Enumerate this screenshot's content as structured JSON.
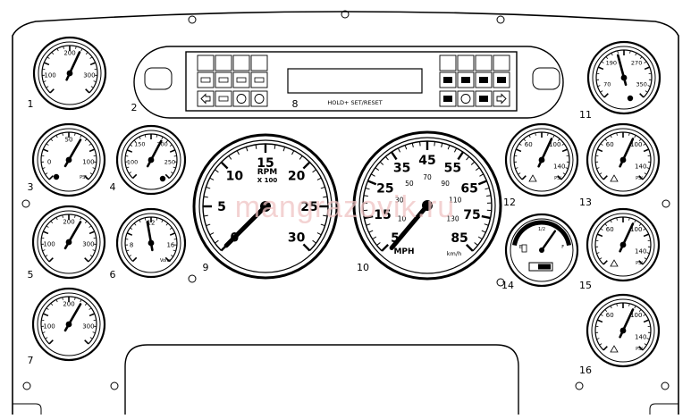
{
  "diagram": {
    "watermark": "mangrazovik.ru",
    "callouts": [
      {
        "id": "1",
        "text": "1"
      },
      {
        "id": "2",
        "text": "2"
      },
      {
        "id": "3",
        "text": "3"
      },
      {
        "id": "4",
        "text": "4"
      },
      {
        "id": "5",
        "text": "5"
      },
      {
        "id": "6",
        "text": "6"
      },
      {
        "id": "7",
        "text": "7"
      },
      {
        "id": "8",
        "text": "8"
      },
      {
        "id": "9",
        "text": "9"
      },
      {
        "id": "10",
        "text": "10"
      },
      {
        "id": "11",
        "text": "11"
      },
      {
        "id": "12",
        "text": "12"
      },
      {
        "id": "13",
        "text": "13"
      },
      {
        "id": "14",
        "text": "14"
      },
      {
        "id": "15",
        "text": "15"
      },
      {
        "id": "16",
        "text": "16"
      }
    ],
    "warning_panel": {
      "button_label": "HOLD+ SET/RESET"
    },
    "tachometer": {
      "ticks": [
        "0",
        "5",
        "10",
        "15",
        "20",
        "25",
        "30"
      ],
      "unit": "RPM",
      "multiplier": "X 100"
    },
    "speedometer": {
      "mph_ticks": [
        "5",
        "15",
        "25",
        "35",
        "45",
        "55",
        "65",
        "75",
        "85"
      ],
      "kmh_ticks": [
        "10",
        "30",
        "50",
        "70",
        "90",
        "110",
        "130"
      ],
      "unit_mph": "MPH",
      "unit_kmh": "km/h"
    },
    "gauges": {
      "g1": {
        "ticks": [
          "100",
          "200",
          "300"
        ]
      },
      "g3": {
        "ticks": [
          "0",
          "50",
          "100"
        ],
        "unit": "PSI"
      },
      "g4": {
        "ticks": [
          "100",
          "150",
          "200",
          "250"
        ]
      },
      "g5": {
        "ticks": [
          "100",
          "200",
          "300"
        ]
      },
      "g6": {
        "ticks": [
          "8",
          "12",
          "16"
        ],
        "unit": "Volts"
      },
      "g7": {
        "ticks": [
          "100",
          "200",
          "300"
        ]
      },
      "g11": {
        "ticks": [
          "70",
          "190",
          "270",
          "350"
        ]
      },
      "g12": {
        "ticks": [
          "60",
          "100",
          "140"
        ],
        "unit": "PSI"
      },
      "g13": {
        "ticks": [
          "60",
          "100",
          "140"
        ],
        "unit": "PSI"
      },
      "g15": {
        "ticks": [
          "60",
          "100",
          "140"
        ],
        "unit": "PSI"
      },
      "g16": {
        "ticks": [
          "60",
          "100",
          "140"
        ],
        "unit": "PSI"
      },
      "g14": {
        "ticks": [
          "E",
          "1/2",
          "F"
        ]
      }
    }
  }
}
